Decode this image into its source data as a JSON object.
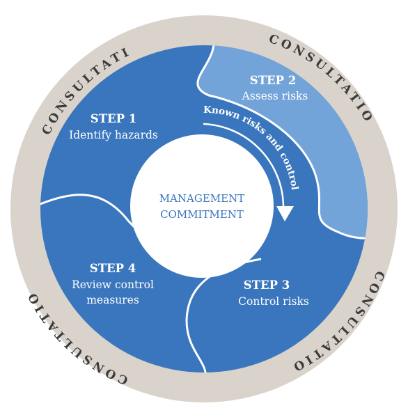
{
  "ring": {
    "labels": [
      "CONSULTATION",
      "CONSULTATION",
      "CONSULTATION",
      "CONSULTATION"
    ]
  },
  "center": {
    "line1": "MANAGEMENT",
    "line2": "COMMITMENT"
  },
  "steps": [
    {
      "title": "STEP 1",
      "lines": [
        "Identify hazards"
      ]
    },
    {
      "title": "STEP 2",
      "lines": [
        "Assess risks"
      ]
    },
    {
      "title": "STEP 3",
      "lines": [
        "Control risks"
      ]
    },
    {
      "title": "STEP 4",
      "lines": [
        "Review control",
        "measures"
      ]
    }
  ],
  "arrow": {
    "label": "Known risks and control"
  },
  "colors": {
    "ring": "#d9d3cb",
    "step_blue": "#3a76bd",
    "step2_light": "#73a4d9",
    "center": "#ffffff",
    "ring_text": "#3b3b3b"
  }
}
